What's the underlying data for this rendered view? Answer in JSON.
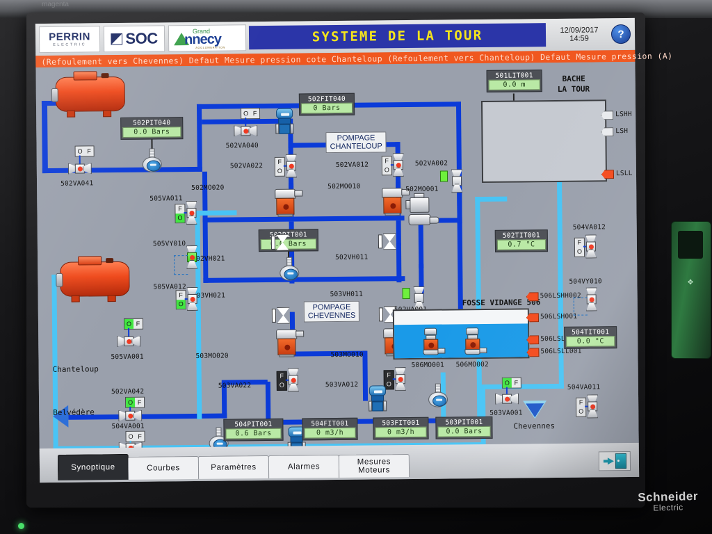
{
  "header": {
    "logos": [
      {
        "name": "perrin",
        "line1": "PERRIN",
        "line2": "ELECTRIC"
      },
      {
        "name": "soc",
        "text": "SOC"
      },
      {
        "name": "grand-annecy",
        "top": "Grand",
        "main": "nnecy",
        "sub": "AGGLOMERATION"
      }
    ],
    "title": "SYSTEME DE LA TOUR",
    "date": "12/09/2017",
    "time": "14:59",
    "help_label": "?"
  },
  "alarm_banner": {
    "text": "(Refoulement vers Chevennes)   Defaut Mesure pression cote Chanteloup (Refoulement vers Chanteloup)   Defaut Mesure pression (A)",
    "color": "#f0571f"
  },
  "instruments": [
    {
      "tag": "502PIT040",
      "value": "0.0 Bars"
    },
    {
      "tag": "502FIT040",
      "value": "0 Bars"
    },
    {
      "tag": "501LIT001",
      "value": "0.0 m"
    },
    {
      "tag": "502PIT001",
      "value": "0.0 Bars"
    },
    {
      "tag": "502TIT001",
      "value": "0.7 °C"
    },
    {
      "tag": "504TIT001",
      "value": "0.0 °C"
    },
    {
      "tag": "504PIT001",
      "value": "0.6 Bars"
    },
    {
      "tag": "504FIT001",
      "value": "0 m3/h"
    },
    {
      "tag": "503FIT001",
      "value": "0 m3/h"
    },
    {
      "tag": "503PIT001",
      "value": "0.0 Bars"
    }
  ],
  "valves": [
    {
      "tag": "502VA041"
    },
    {
      "tag": "502VA040"
    },
    {
      "tag": "505VA011"
    },
    {
      "tag": "505VY010"
    },
    {
      "tag": "505VA012"
    },
    {
      "tag": "505VA001"
    },
    {
      "tag": "502VA022"
    },
    {
      "tag": "502VA012"
    },
    {
      "tag": "502VA002"
    },
    {
      "tag": "502VH021"
    },
    {
      "tag": "502VH011"
    },
    {
      "tag": "502VA001"
    },
    {
      "tag": "503VH021"
    },
    {
      "tag": "503VH011"
    },
    {
      "tag": "503VA022"
    },
    {
      "tag": "503VA012"
    },
    {
      "tag": "503VA001"
    },
    {
      "tag": "502VA042"
    },
    {
      "tag": "504VA001"
    },
    {
      "tag": "504VA012"
    },
    {
      "tag": "504VY010"
    },
    {
      "tag": "504VA011"
    }
  ],
  "motors": [
    {
      "tag": "502MO020"
    },
    {
      "tag": "502MO010"
    },
    {
      "tag": "502MO001"
    },
    {
      "tag": "503MO020"
    },
    {
      "tag": "503MO010"
    },
    {
      "tag": "506MO001"
    },
    {
      "tag": "506MO002"
    }
  ],
  "areas": {
    "pompage_chanteloup": "POMPAGE\nCHANTELOUP",
    "pompage_chanteloup_l1": "POMPAGE",
    "pompage_chanteloup_l2": "CHANTELOUP",
    "pompage_chevennes_l1": "POMPAGE",
    "pompage_chevennes_l2": "CHEVENNES",
    "bache_l1": "BACHE",
    "bache_l2": "LA TOUR",
    "fosse": "FOSSE VIDANGE 506"
  },
  "level_switches": {
    "tank": [
      {
        "tag": "LSHH",
        "active": false
      },
      {
        "tag": "LSH",
        "active": false
      },
      {
        "tag": "LSLL",
        "active": true
      }
    ],
    "fosse": [
      {
        "tag": "506LSHH002",
        "active": true
      },
      {
        "tag": "506LSH001",
        "active": true
      },
      {
        "tag": "506LSL001",
        "active": true
      },
      {
        "tag": "506LSLL001",
        "active": true
      }
    ]
  },
  "destinations": [
    {
      "label": "Chanteloup"
    },
    {
      "label": "Belvédère"
    },
    {
      "label": "Chevennes"
    }
  ],
  "selector": {
    "open": "O",
    "close": "F"
  },
  "tabs": [
    {
      "label": "Synoptique",
      "active": true
    },
    {
      "label": "Courbes",
      "active": false
    },
    {
      "label": "Paramètres",
      "active": false
    },
    {
      "label": "Alarmes",
      "active": false
    },
    {
      "label": "Mesures\nMoteurs",
      "active": false,
      "l1": "Mesures",
      "l2": "Moteurs"
    }
  ],
  "exit_button": {
    "name": "exit-icon"
  },
  "monitor": {
    "brand_line1": "Schneider",
    "brand_line2": "Electric",
    "watermark": "magenta"
  },
  "colors": {
    "title_bar": "#2b35a8",
    "title_text": "#f5e51c",
    "alarm": "#f0571f",
    "pipe_main": "#0b3bd8",
    "pipe_secondary": "#49c4f5",
    "lcd": "#b9e9a5",
    "valve_open": "#42e642",
    "water": "#1a9ae8",
    "tank": "#ef4a1c"
  }
}
